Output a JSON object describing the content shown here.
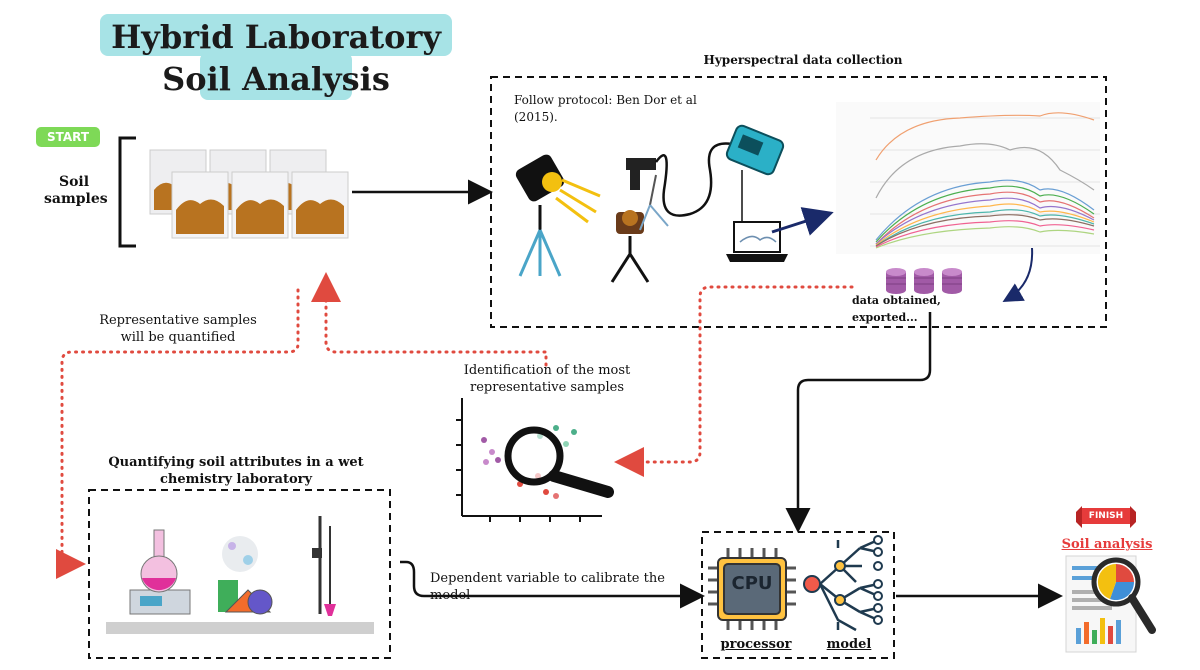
{
  "title": "Hybrid Laboratory Soil Analysis",
  "start_label": "START",
  "soil_samples_label": "Soil samples",
  "hyperspectral": {
    "heading": "Hyperspectral data collection",
    "protocol": "Follow protocol: Ben Dor et al (2015).",
    "data_obtained": "data obtained, exported..."
  },
  "representative_quantified": "Representative samples will be quantified",
  "identification": "Identification of the most representative samples",
  "wet_chem_heading": "Quantifying soil attributes in a wet chemistry laboratory",
  "dependent_variable": "Dependent variable to calibrate the model",
  "cpu_text": "CPU",
  "processor_label": "processor",
  "model_label": "model",
  "finish_label": "FINISH",
  "soil_analysis_label": "Soil analysis",
  "colors": {
    "title_bg": "#a7e3e6",
    "start_green": "#7ed957",
    "dotted_red": "#e04a3f",
    "finish_red": "#e63b3b",
    "database_purple": "#a15aa6",
    "soil_brown": "#b87320"
  }
}
